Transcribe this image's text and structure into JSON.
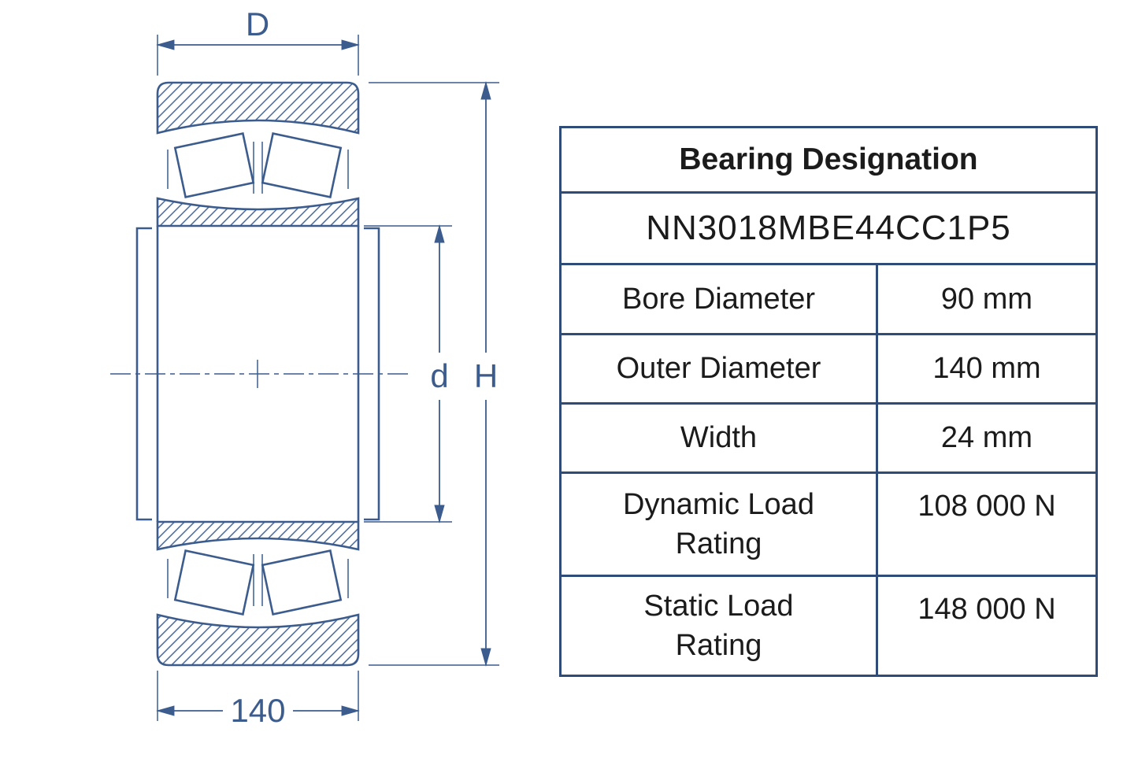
{
  "colors": {
    "line": "#3b5c8d",
    "table_border": "#2e4c77",
    "text": "#1b1b1b",
    "background": "#ffffff"
  },
  "diagram": {
    "dimension_labels": {
      "outer_diameter_top": "D",
      "width_bottom": "140",
      "bore": "d",
      "height": "H"
    }
  },
  "table": {
    "title": "Bearing Designation",
    "designation": "NN3018MBE44CC1P5",
    "rows": [
      {
        "label": "Bore Diameter",
        "value": "90 mm"
      },
      {
        "label": "Outer Diameter",
        "value": "140 mm"
      },
      {
        "label": "Width",
        "value": "24 mm"
      },
      {
        "label": "Dynamic Load Rating",
        "value": "108 000 N"
      },
      {
        "label": "Static Load Rating",
        "value": "148 000 N"
      }
    ]
  }
}
